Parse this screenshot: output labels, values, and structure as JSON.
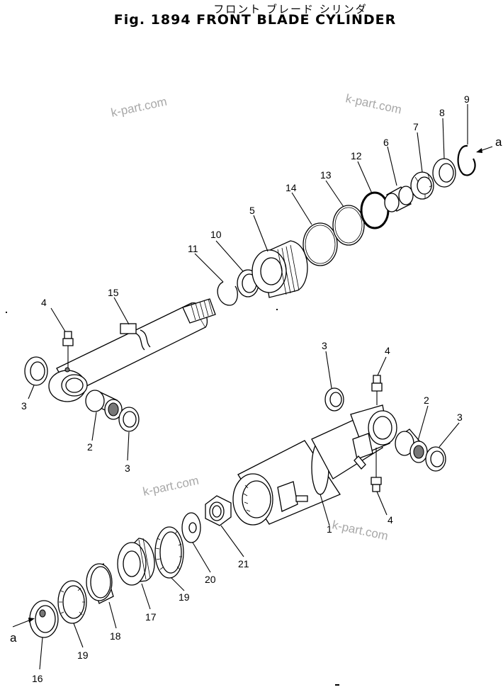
{
  "title": {
    "japanese": "フロント ブレード シリンダ",
    "main": "Fig. 1894 FRONT BLADE CYLINDER"
  },
  "watermarks": [
    "k-part.com",
    "k-part.com",
    "k-part.com",
    "k-part.com"
  ],
  "callouts": {
    "c1": "1",
    "c2a": "2",
    "c2b": "2",
    "c3a": "3",
    "c3b": "3",
    "c3c": "3",
    "c3d": "3",
    "c4a": "4",
    "c4b": "4",
    "c4c": "4",
    "c5": "5",
    "c6": "6",
    "c7": "7",
    "c8": "8",
    "c9": "9",
    "c10": "10",
    "c11": "11",
    "c12": "12",
    "c13": "13",
    "c14": "14",
    "c15": "15",
    "c16": "16",
    "c17": "17",
    "c18": "18",
    "c19a": "19",
    "c19b": "19",
    "c20": "20",
    "c21": "21"
  },
  "connector_marks": {
    "top": "a",
    "bottom": "a"
  }
}
